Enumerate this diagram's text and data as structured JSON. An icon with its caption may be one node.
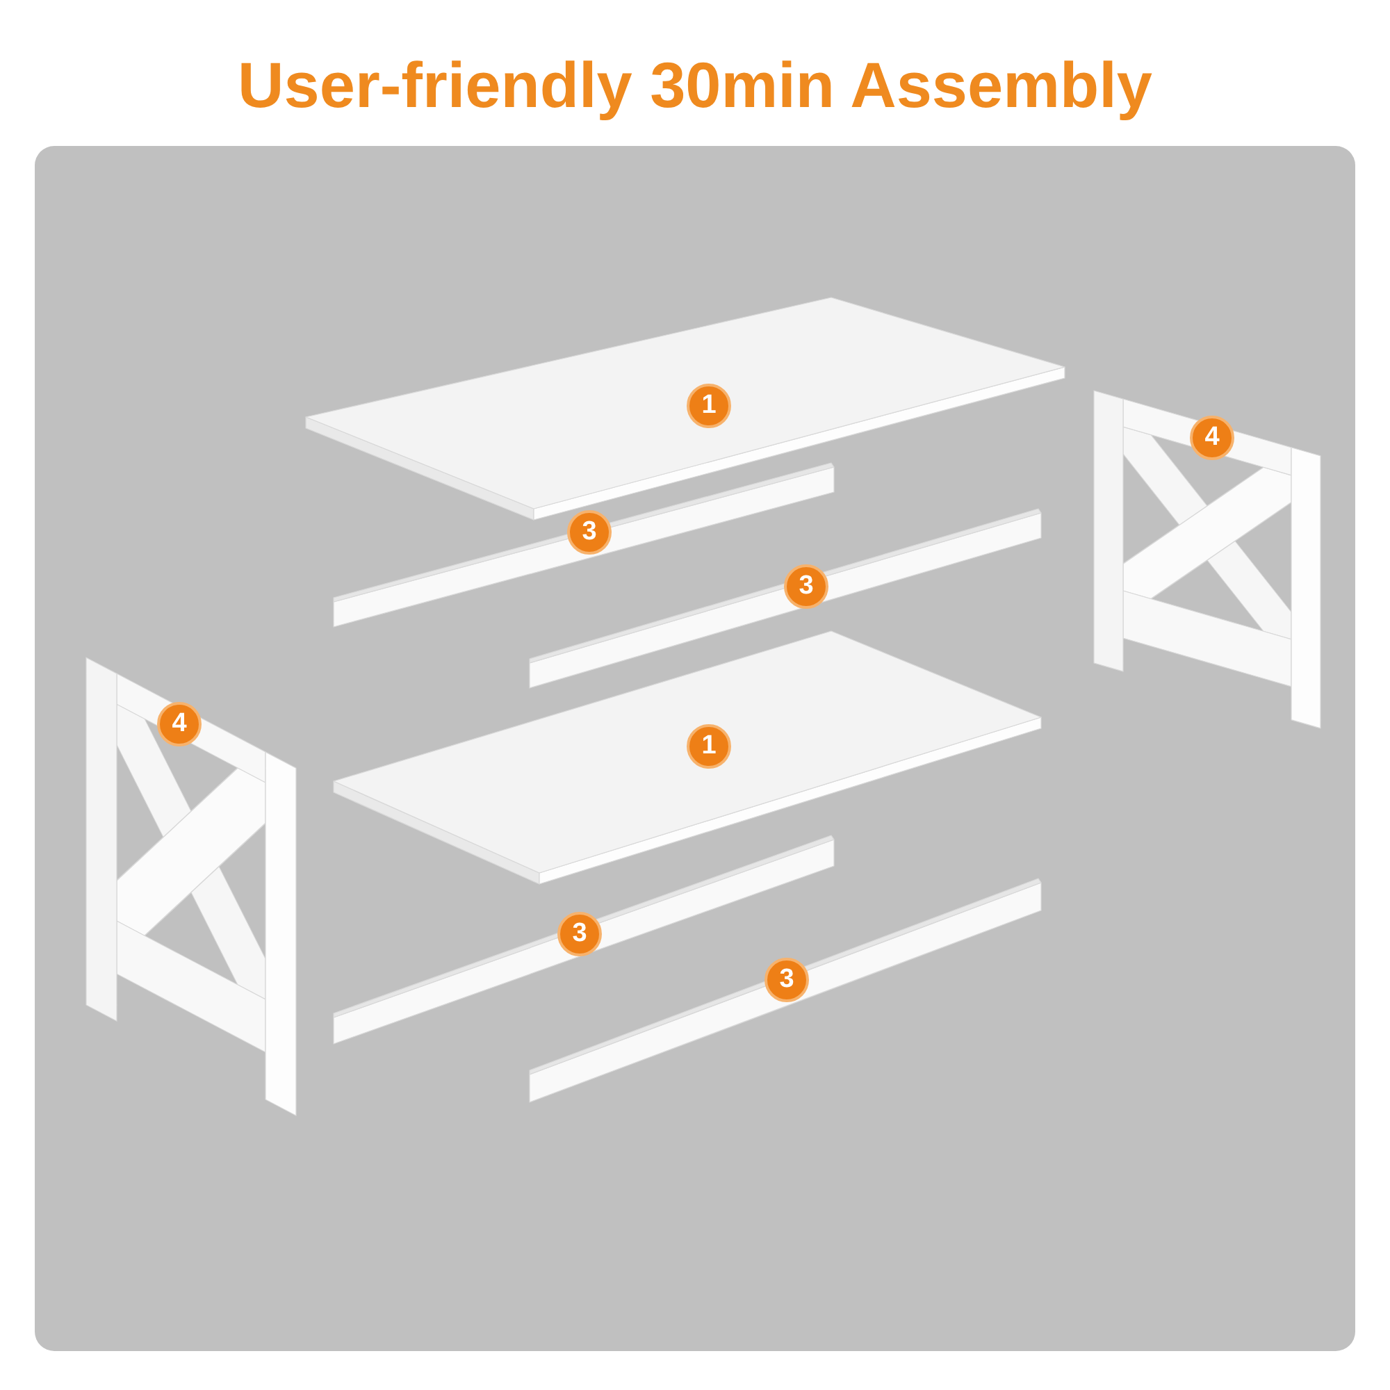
{
  "diagram": {
    "title": "User-friendly 30min Assembly",
    "labels": [
      "1",
      "4",
      "3",
      "3",
      "4",
      "1",
      "3",
      "3"
    ]
  }
}
